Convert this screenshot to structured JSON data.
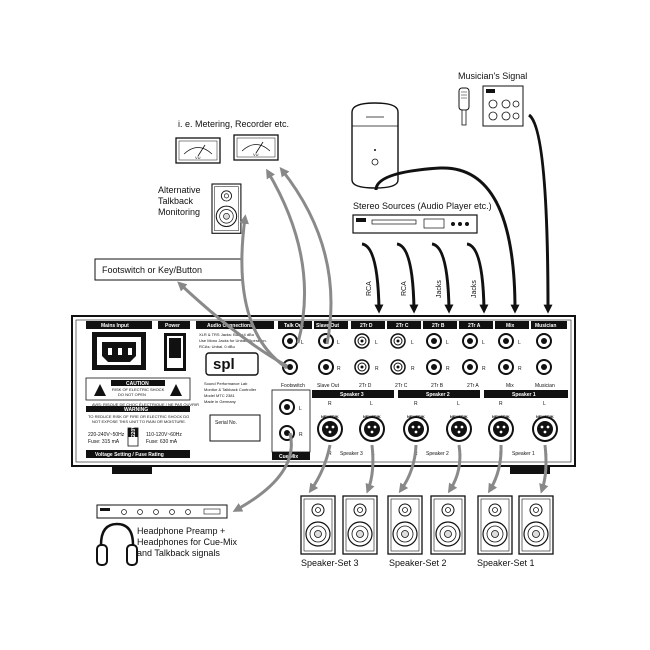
{
  "callouts": {
    "metering": "i. e. Metering, Recorder etc.",
    "talkback_1": "Alternative",
    "talkback_2": "Talkback",
    "talkback_3": "Monitoring",
    "footswitch": "Footswitch or Key/Button",
    "stereo_sources": "Stereo Sources (Audio Player etc.)",
    "musician_signal": "Musician's Signal",
    "headphone_1": "Headphone Preamp +",
    "headphone_2": "Headphones for Cue-Mix",
    "headphone_3": "and Talkback signals",
    "speaker_set_3": "Speaker-Set 3",
    "speaker_set_2": "Speaker-Set 2",
    "speaker_set_1": "Speaker-Set 1"
  },
  "cable_labels": {
    "rca_1": "RCA",
    "rca_2": "RCA",
    "jacks_1": "Jacks",
    "jacks_2": "Jacks"
  },
  "vu_meter_text": "VU",
  "panel": {
    "mains_input": "Mains Input",
    "power": "Power",
    "audio_connections": "Audio Connections",
    "audio_conn_1": "XLR & TRS Jacks: Bal. +4 dBu",
    "audio_conn_2": "Use Mono Jacks for Unbal. Operation.",
    "audio_conn_3": "RCAs: Unbal. 0 dBu",
    "logo": "spl",
    "maker_1": "Sound Performance Lab",
    "maker_2": "Monitor & Talkback Controller",
    "maker_3": "Model MTC 2381",
    "maker_4": "Made in Germany",
    "serial": "Serial No.",
    "caution_title": "CAUTION",
    "caution_1": "RISK OF ELECTRIC SHOCK",
    "caution_2": "DO NOT OPEN",
    "caution_3": "AVIS: RISQUE DE CHOC ÉLECTRIQUE / NE PAS OUVRIR",
    "warning_title": "WARNING",
    "warning_1": "TO REDUCE RISK OF FIRE OR ELECTRIC SHOCK DO",
    "warning_2": "NOT EXPOSE THIS UNIT TO RAIN OR MOISTURE.",
    "volt_left_1": "220-240V~50Hz",
    "volt_left_2": "Fuse: 315 mA",
    "volt_switch": "220V",
    "volt_right_1": "110-120V~60Hz",
    "volt_right_2": "Fuse: 630 mA",
    "voltage_bar": "Voltage Setting / Fuse Rating",
    "talk_out": "Talk Out",
    "slave_out": "Slave Out",
    "footswitch_port": "Footswitch",
    "slave_out_port": "Slave Out",
    "two_tr_d": "2Tr D",
    "two_tr_c": "2Tr C",
    "two_tr_b": "2Tr B",
    "two_tr_a": "2Tr A",
    "mix": "Mix",
    "musician": "Musician",
    "cue_mix": "Cue Mix",
    "speaker_3": "Speaker 3",
    "speaker_2": "Speaker 2",
    "speaker_1": "Speaker 1",
    "neutrik": "NEUTRIK",
    "ch_l": "L",
    "ch_r": "R"
  }
}
